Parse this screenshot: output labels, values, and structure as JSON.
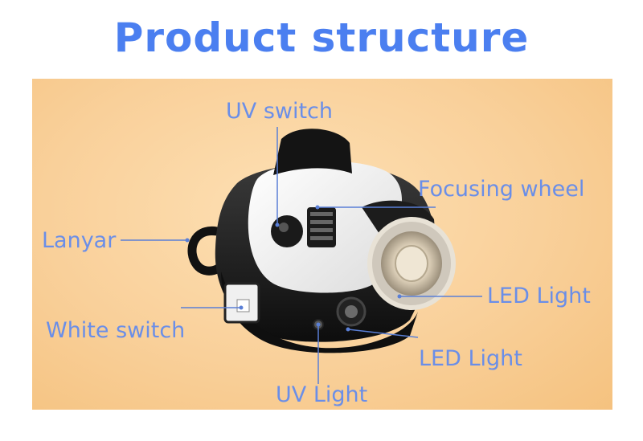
{
  "title": "Product structure",
  "labels": {
    "uv_switch": "UV switch",
    "focusing_wheel": "Focusing wheel",
    "lanyard": "Lanyar",
    "led_light_top": "LED Light",
    "white_switch": "White switch",
    "led_light_bottom": "LED Light",
    "uv_light": "UV Light"
  },
  "colors": {
    "title": "#4b7ff0",
    "label": "#6a8ee8",
    "leader_line": "#5a7fd6",
    "background": "#f9d09a"
  }
}
